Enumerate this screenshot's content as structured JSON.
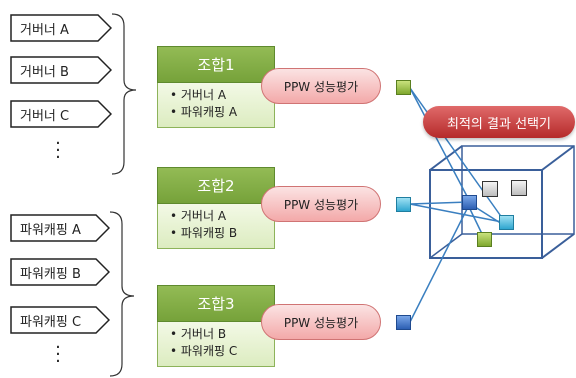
{
  "governors": {
    "items": [
      "거버너 A",
      "거버너 B",
      "거버너 C"
    ],
    "ellipsis": "⋮"
  },
  "power_caps": {
    "items": [
      "파워캐핑 A",
      "파워캐핑 B",
      "파워캐핑 C"
    ],
    "ellipsis": "⋮"
  },
  "combos": [
    {
      "title": "조합1",
      "line1": "• 거버너 A",
      "line2": "• 파워캐핑 A"
    },
    {
      "title": "조합2",
      "line1": "• 거버너 A",
      "line2": "• 파워캐핑 B"
    },
    {
      "title": "조합3",
      "line1": "• 거버너 B",
      "line2": "• 파워캐핑 C"
    }
  ],
  "ppw_label": "PPW 성능평가",
  "selector_label": "최적의 결과 선택기",
  "colors": {
    "green": "#8fbf3c",
    "cyan": "#3ab4d8",
    "blue": "#3a6fc4",
    "line": "#3a7fc0"
  }
}
